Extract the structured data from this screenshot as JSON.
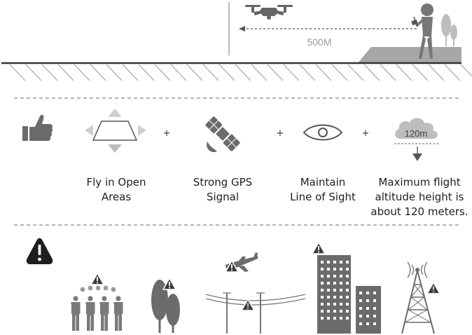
{
  "distance_label": "500M",
  "altitude_label": "120m",
  "tips": [
    {
      "line1": "Fly in Open",
      "line2": "Areas",
      "line3": ""
    },
    {
      "line1": "Strong GPS",
      "line2": "Signal",
      "line3": ""
    },
    {
      "line1": "Maintain",
      "line2": "Line of Sight",
      "line3": ""
    },
    {
      "line1": "Maximum flight",
      "line2": "altitude height is",
      "line3": "about 120 meters."
    }
  ],
  "plus_sign": "+",
  "colors": {
    "icon": "#6b6b6b",
    "light": "#b9b9b9",
    "divider": "#888888",
    "text": "#1e1e1e"
  },
  "icons": [
    "thumbs-up-icon",
    "open-area-icon",
    "gps-satellite-icon",
    "eye-icon",
    "cloud-altitude-icon",
    "warning-icon",
    "crowd-icon",
    "trees-icon",
    "power-lines-icon",
    "airplane-icon",
    "buildings-icon",
    "radio-tower-icon"
  ]
}
